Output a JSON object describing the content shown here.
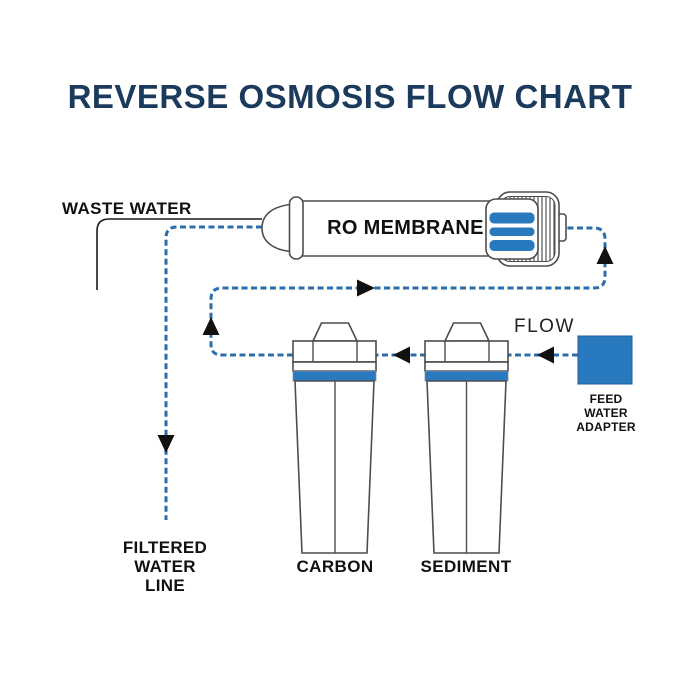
{
  "title": "REVERSE OSMOSIS FLOW CHART",
  "labels": {
    "waste_water": "WASTE WATER",
    "ro_membrane": "RO MEMBRANE",
    "flow": "FLOW",
    "feed_adapter_line1": "FEED",
    "feed_adapter_line2": "WATER",
    "feed_adapter_line3": "ADAPTER",
    "carbon": "CARBON",
    "sediment": "SEDIMENT",
    "filtered_line1": "FILTERED",
    "filtered_line2": "WATER",
    "filtered_line3": "LINE"
  },
  "colors": {
    "navy": "#1b3a5c",
    "accent": "#2979bf",
    "line": "#2a6da9",
    "ink": "#1a1a1a",
    "outline": "#4d4d4d"
  },
  "flow_arrows": [
    {
      "direction": "left",
      "segment": "feed-adapter-to-sediment"
    },
    {
      "direction": "left",
      "segment": "sediment-to-carbon"
    },
    {
      "direction": "up",
      "segment": "carbon-riser"
    },
    {
      "direction": "right",
      "segment": "riser-to-membrane"
    },
    {
      "direction": "up",
      "segment": "membrane-inlet-riser"
    },
    {
      "direction": "down",
      "segment": "filtered-water-line"
    }
  ]
}
